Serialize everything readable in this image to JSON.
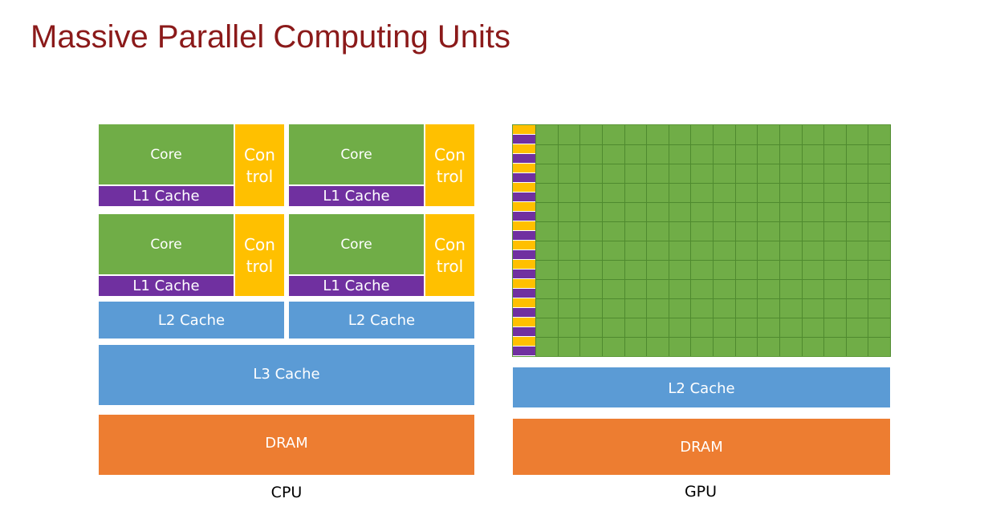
{
  "slide": {
    "title": "Massive Parallel Computing Units"
  },
  "cpu": {
    "label": "CPU",
    "core_label": "Core",
    "control_label_line1": "Con",
    "control_label_line2": "trol",
    "l1_label": "L1 Cache",
    "l2_label": "L2 Cache",
    "l3_label": "L3 Cache",
    "dram_label": "DRAM"
  },
  "gpu": {
    "label": "GPU",
    "l2_label": "L2 Cache",
    "dram_label": "DRAM",
    "grid_rows": 12,
    "grid_cols": 16
  },
  "colors": {
    "title": "#8B1A1A",
    "core": "#70AD47",
    "l1_cache": "#7030A0",
    "control": "#FFC000",
    "cache": "#5B9BD5",
    "dram": "#ED7D31"
  }
}
